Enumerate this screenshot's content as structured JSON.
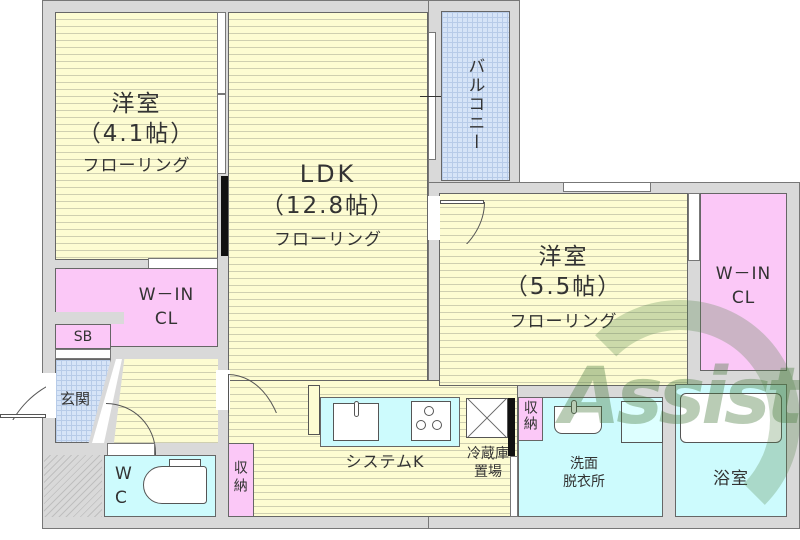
{
  "floorplan": {
    "rooms": {
      "western_room_1": {
        "name": "洋室",
        "size": "（4.1帖）",
        "floor": "フローリング"
      },
      "ldk": {
        "name": "LDK",
        "size": "（12.8帖）",
        "floor": "フローリング"
      },
      "balcony": {
        "name": "バルコニー"
      },
      "western_room_2": {
        "name": "洋室",
        "size": "（5.5帖）",
        "floor": "フローリング"
      },
      "walkin_closet_1": {
        "line1": "W－IN",
        "line2": "CL"
      },
      "walkin_closet_2": {
        "line1": "W－IN",
        "line2": "CL"
      },
      "shoe_box": {
        "name": "SB"
      },
      "entrance": {
        "name": "玄関"
      },
      "toilet": {
        "line1": "W",
        "line2": "C"
      },
      "storage_1": {
        "name": "収納"
      },
      "storage_2": {
        "name": "収納"
      },
      "system_kitchen": {
        "name": "システムK"
      },
      "fridge_space": {
        "line1": "冷蔵庫",
        "line2": "置場"
      },
      "washroom": {
        "line1": "洗面",
        "line2": "脱衣所"
      },
      "bathroom": {
        "name": "浴室"
      }
    },
    "watermark": "Assist",
    "colors": {
      "floor": "#fdfcd2",
      "closet": "#fbc8f7",
      "wet_area": "#cdfbfd",
      "tile": "#d6e4f7",
      "wall": "#d9d9d9"
    }
  }
}
